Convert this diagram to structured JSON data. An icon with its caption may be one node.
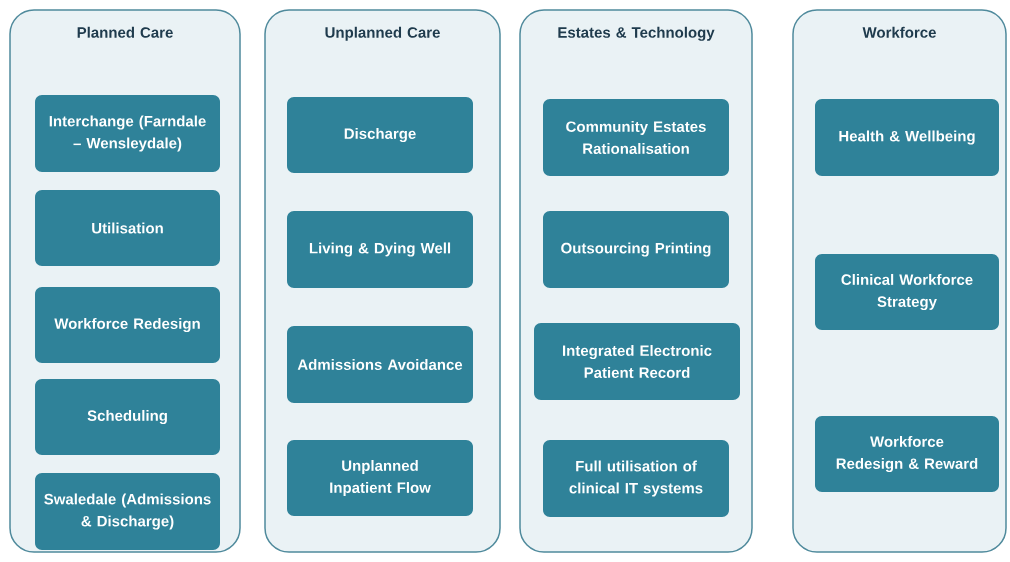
{
  "diagram": {
    "nodes": [
      {
        "text": [
          "Planned Care"
        ]
      },
      {
        "text": [
          "Interchange (Farndale – Wensleydale)"
        ],
        "in": 0
      },
      {
        "text": [
          "Utilisation"
        ],
        "in": 0
      },
      {
        "text": [
          "Workforce Redesign"
        ],
        "in": 0
      },
      {
        "text": [
          "Scheduling"
        ],
        "in": 0
      },
      {
        "text": [
          "Swaledale (Admissions & Discharge)"
        ],
        "in": 0
      },
      {
        "text": [
          "Unplanned Care"
        ]
      },
      {
        "text": [
          "Discharge"
        ],
        "in": 6
      },
      {
        "text": [
          "Living & Dying Well"
        ],
        "in": 6
      },
      {
        "text": [
          "Admissions Avoidance"
        ],
        "in": 6
      },
      {
        "text": [
          "Unplanned Inpatient Flow"
        ],
        "in": 6
      },
      {
        "text": [
          "Estates & Technology"
        ]
      },
      {
        "text": [
          "Community Estates Rationalisation"
        ],
        "in": 11
      },
      {
        "text": [
          "Outsourcing Printing"
        ],
        "in": 11
      },
      {
        "text": [
          "Integrated Electronic Patient Record"
        ],
        "in": 11
      },
      {
        "text": [
          "Full utilisation of clinical IT systems"
        ],
        "in": 11
      },
      {
        "text": [
          "Workforce"
        ]
      },
      {
        "text": [
          "Health & Wellbeing"
        ],
        "in": 16
      },
      {
        "text": [
          "Clinical Workforce Strategy"
        ],
        "in": 16
      },
      {
        "text": [
          "Workforce Redesign & Reward"
        ],
        "in": 16
      }
    ]
  }
}
